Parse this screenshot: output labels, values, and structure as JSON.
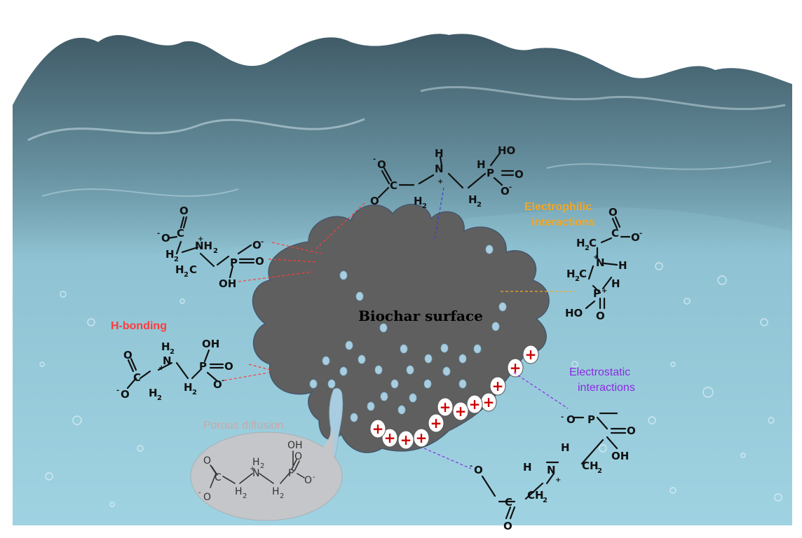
{
  "labels": {
    "biochar": "Biochar surface",
    "h_bonding": "H-bonding",
    "electrophilic": [
      "Electrophilic",
      "interactions"
    ],
    "electrostatic": [
      "Electrostatic",
      "interactions"
    ],
    "porous": "Porous diffusion"
  },
  "atoms": {
    "oxygen": "O",
    "hydrogen": "H",
    "carbon": "C",
    "nitrogen": "N",
    "phosphorus": "P",
    "hydroxyl": "OH",
    "hydroxyl_alt": "HO",
    "methylene": "CH",
    "amine": "NH",
    "methylene_h": "H",
    "sub2": "2",
    "minus": "-",
    "plus": "+"
  },
  "charge_symbol": "+",
  "colors": {
    "biochar": "#5f5f5f",
    "water": "#8fc9d9",
    "pore": "#a9cde0",
    "h_bonding": "#ff3b3b",
    "electrophilic": "#f5a623",
    "electrostatic": "#8a2be2",
    "porous": "#c8a8a8",
    "charge": "#cc0000"
  }
}
